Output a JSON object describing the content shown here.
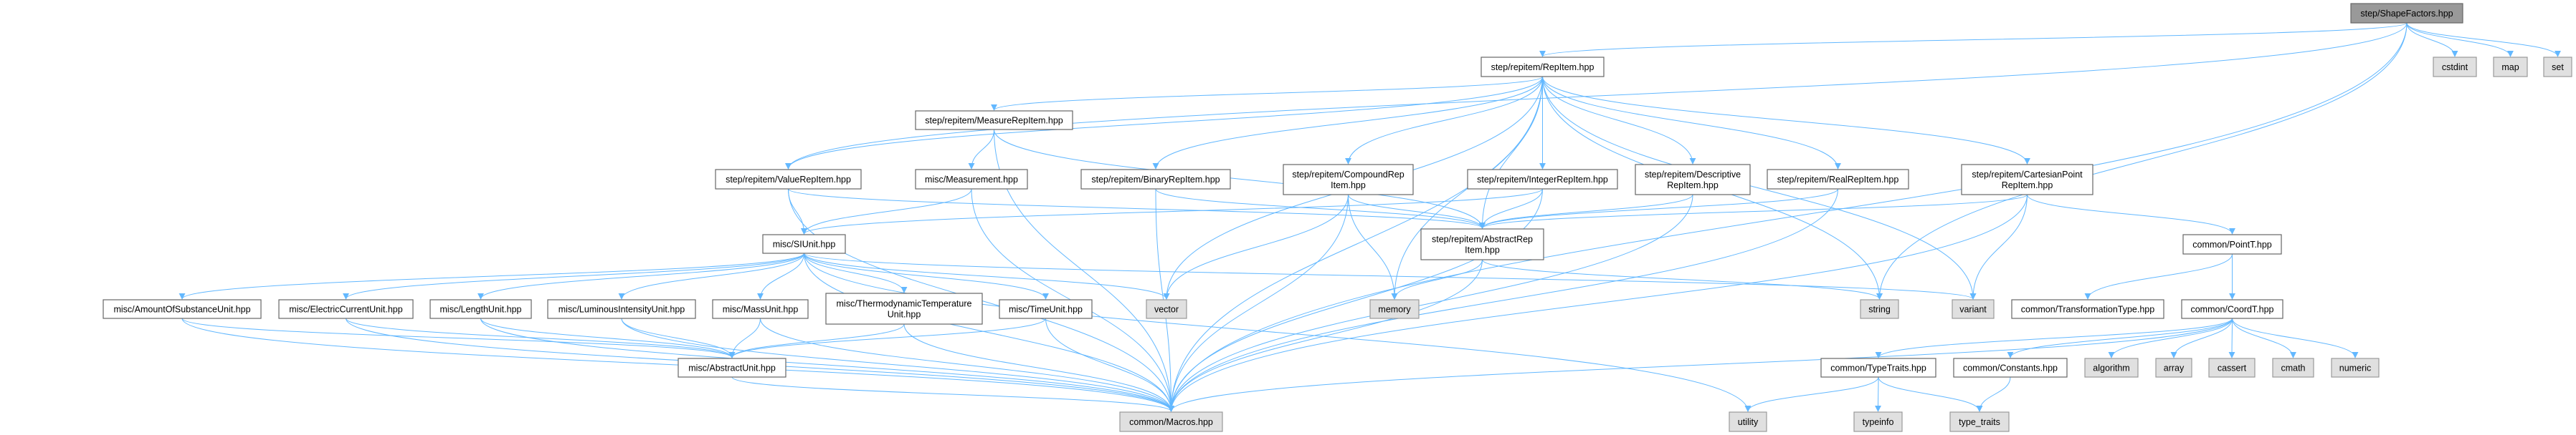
{
  "graph": {
    "root": "shape",
    "colors": {
      "edge": "#63b8ff",
      "root_fill": "#999999",
      "project_fill": "#ffffff",
      "system_fill": "#e0e0e0",
      "border": "#666666",
      "system_border": "#999999"
    },
    "nodes": {
      "shape": {
        "lines": [
          "step/ShapeFactors.hpp"
        ],
        "kind": "root"
      },
      "repitem": {
        "lines": [
          "step/repitem/RepItem.hpp"
        ],
        "kind": "project"
      },
      "cstdint": {
        "lines": [
          "cstdint"
        ],
        "kind": "system"
      },
      "map": {
        "lines": [
          "map"
        ],
        "kind": "system"
      },
      "set": {
        "lines": [
          "set"
        ],
        "kind": "system"
      },
      "measurerep": {
        "lines": [
          "step/repitem/MeasureRepItem.hpp"
        ],
        "kind": "project"
      },
      "valuerep": {
        "lines": [
          "step/repitem/ValueRepItem.hpp"
        ],
        "kind": "project"
      },
      "measurement": {
        "lines": [
          "misc/Measurement.hpp"
        ],
        "kind": "project"
      },
      "binaryrep": {
        "lines": [
          "step/repitem/BinaryRepItem.hpp"
        ],
        "kind": "project"
      },
      "compoundrep": {
        "lines": [
          "step/repitem/CompoundRep",
          "Item.hpp"
        ],
        "kind": "project"
      },
      "integerrep": {
        "lines": [
          "step/repitem/IntegerRepItem.hpp"
        ],
        "kind": "project"
      },
      "descriptiverep": {
        "lines": [
          "step/repitem/Descriptive",
          "RepItem.hpp"
        ],
        "kind": "project"
      },
      "realrep": {
        "lines": [
          "step/repitem/RealRepItem.hpp"
        ],
        "kind": "project"
      },
      "cartesianrep": {
        "lines": [
          "step/repitem/CartesianPoint",
          "RepItem.hpp"
        ],
        "kind": "project"
      },
      "siunit": {
        "lines": [
          "misc/SIUnit.hpp"
        ],
        "kind": "project"
      },
      "abstractrep": {
        "lines": [
          "step/repitem/AbstractRep",
          "Item.hpp"
        ],
        "kind": "project"
      },
      "pointt": {
        "lines": [
          "common/PointT.hpp"
        ],
        "kind": "project"
      },
      "amountunit": {
        "lines": [
          "misc/AmountOfSubstanceUnit.hpp"
        ],
        "kind": "project"
      },
      "electricunit": {
        "lines": [
          "misc/ElectricCurrentUnit.hpp"
        ],
        "kind": "project"
      },
      "lengthunit": {
        "lines": [
          "misc/LengthUnit.hpp"
        ],
        "kind": "project"
      },
      "luminousunit": {
        "lines": [
          "misc/LuminousIntensityUnit.hpp"
        ],
        "kind": "project"
      },
      "massunit": {
        "lines": [
          "misc/MassUnit.hpp"
        ],
        "kind": "project"
      },
      "thermounit": {
        "lines": [
          "misc/ThermodynamicTemperature",
          "Unit.hpp"
        ],
        "kind": "project"
      },
      "timeunit": {
        "lines": [
          "misc/TimeUnit.hpp"
        ],
        "kind": "project"
      },
      "vector": {
        "lines": [
          "vector"
        ],
        "kind": "system"
      },
      "memory": {
        "lines": [
          "memory"
        ],
        "kind": "system"
      },
      "string": {
        "lines": [
          "string"
        ],
        "kind": "system"
      },
      "variant": {
        "lines": [
          "variant"
        ],
        "kind": "system"
      },
      "transformtype": {
        "lines": [
          "common/TransformationType.hpp"
        ],
        "kind": "project"
      },
      "coordt": {
        "lines": [
          "common/CoordT.hpp"
        ],
        "kind": "project"
      },
      "abstractunit": {
        "lines": [
          "misc/AbstractUnit.hpp"
        ],
        "kind": "project"
      },
      "typetraits": {
        "lines": [
          "common/TypeTraits.hpp"
        ],
        "kind": "project"
      },
      "constants": {
        "lines": [
          "common/Constants.hpp"
        ],
        "kind": "project"
      },
      "algorithm": {
        "lines": [
          "algorithm"
        ],
        "kind": "system"
      },
      "array": {
        "lines": [
          "array"
        ],
        "kind": "system"
      },
      "cassert": {
        "lines": [
          "cassert"
        ],
        "kind": "system"
      },
      "cmath": {
        "lines": [
          "cmath"
        ],
        "kind": "system"
      },
      "numeric": {
        "lines": [
          "numeric"
        ],
        "kind": "system"
      },
      "macros": {
        "lines": [
          "common/Macros.hpp"
        ],
        "kind": "system"
      },
      "utility": {
        "lines": [
          "utility"
        ],
        "kind": "system"
      },
      "typeinfo": {
        "lines": [
          "typeinfo"
        ],
        "kind": "system"
      },
      "type_traits": {
        "lines": [
          "type_traits"
        ],
        "kind": "system"
      }
    },
    "edges": [
      [
        "shape",
        "repitem"
      ],
      [
        "shape",
        "valuerep"
      ],
      [
        "shape",
        "cstdint"
      ],
      [
        "shape",
        "map"
      ],
      [
        "shape",
        "set"
      ],
      [
        "shape",
        "string"
      ],
      [
        "shape",
        "macros"
      ],
      [
        "repitem",
        "measurerep"
      ],
      [
        "repitem",
        "valuerep"
      ],
      [
        "repitem",
        "binaryrep"
      ],
      [
        "repitem",
        "compoundrep"
      ],
      [
        "repitem",
        "integerrep"
      ],
      [
        "repitem",
        "descriptiverep"
      ],
      [
        "repitem",
        "realrep"
      ],
      [
        "repitem",
        "cartesianrep"
      ],
      [
        "repitem",
        "macros"
      ],
      [
        "repitem",
        "memory"
      ],
      [
        "repitem",
        "string"
      ],
      [
        "repitem",
        "variant"
      ],
      [
        "repitem",
        "vector"
      ],
      [
        "repitem",
        "abstractrep"
      ],
      [
        "measurerep",
        "measurement"
      ],
      [
        "measurerep",
        "abstractrep"
      ],
      [
        "measurerep",
        "macros"
      ],
      [
        "measurement",
        "siunit"
      ],
      [
        "measurement",
        "macros"
      ],
      [
        "valuerep",
        "siunit"
      ],
      [
        "valuerep",
        "abstractrep"
      ],
      [
        "valuerep",
        "macros"
      ],
      [
        "binaryrep",
        "abstractrep"
      ],
      [
        "binaryrep",
        "macros"
      ],
      [
        "compoundrep",
        "abstractrep"
      ],
      [
        "compoundrep",
        "vector"
      ],
      [
        "compoundrep",
        "memory"
      ],
      [
        "compoundrep",
        "macros"
      ],
      [
        "integerrep",
        "abstractrep"
      ],
      [
        "integerrep",
        "siunit"
      ],
      [
        "integerrep",
        "macros"
      ],
      [
        "descriptiverep",
        "abstractrep"
      ],
      [
        "descriptiverep",
        "macros"
      ],
      [
        "realrep",
        "abstractrep"
      ],
      [
        "realrep",
        "macros"
      ],
      [
        "cartesianrep",
        "abstractrep"
      ],
      [
        "cartesianrep",
        "pointt"
      ],
      [
        "cartesianrep",
        "variant"
      ],
      [
        "cartesianrep",
        "macros"
      ],
      [
        "abstractrep",
        "memory"
      ],
      [
        "abstractrep",
        "string"
      ],
      [
        "abstractrep",
        "macros"
      ],
      [
        "siunit",
        "amountunit"
      ],
      [
        "siunit",
        "electricunit"
      ],
      [
        "siunit",
        "lengthunit"
      ],
      [
        "siunit",
        "luminousunit"
      ],
      [
        "siunit",
        "massunit"
      ],
      [
        "siunit",
        "thermounit"
      ],
      [
        "siunit",
        "timeunit"
      ],
      [
        "siunit",
        "vector"
      ],
      [
        "siunit",
        "variant"
      ],
      [
        "siunit",
        "utility"
      ],
      [
        "siunit",
        "macros"
      ],
      [
        "amountunit",
        "abstractunit"
      ],
      [
        "amountunit",
        "macros"
      ],
      [
        "electricunit",
        "abstractunit"
      ],
      [
        "electricunit",
        "macros"
      ],
      [
        "lengthunit",
        "abstractunit"
      ],
      [
        "lengthunit",
        "macros"
      ],
      [
        "luminousunit",
        "abstractunit"
      ],
      [
        "luminousunit",
        "macros"
      ],
      [
        "massunit",
        "abstractunit"
      ],
      [
        "massunit",
        "macros"
      ],
      [
        "thermounit",
        "abstractunit"
      ],
      [
        "thermounit",
        "macros"
      ],
      [
        "timeunit",
        "abstractunit"
      ],
      [
        "timeunit",
        "macros"
      ],
      [
        "abstractunit",
        "macros"
      ],
      [
        "pointt",
        "transformtype"
      ],
      [
        "pointt",
        "coordt"
      ],
      [
        "coordt",
        "typetraits"
      ],
      [
        "coordt",
        "constants"
      ],
      [
        "coordt",
        "algorithm"
      ],
      [
        "coordt",
        "array"
      ],
      [
        "coordt",
        "cassert"
      ],
      [
        "coordt",
        "cmath"
      ],
      [
        "coordt",
        "numeric"
      ],
      [
        "coordt",
        "macros"
      ],
      [
        "typetraits",
        "utility"
      ],
      [
        "typetraits",
        "typeinfo"
      ],
      [
        "typetraits",
        "type_traits"
      ],
      [
        "constants",
        "type_traits"
      ]
    ]
  }
}
